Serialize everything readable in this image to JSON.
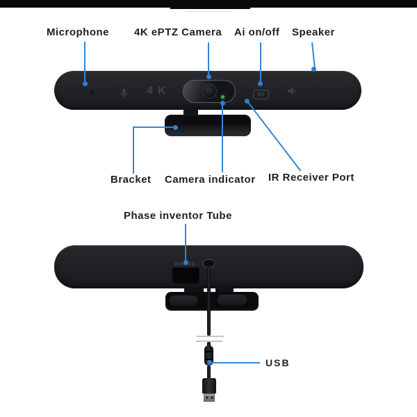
{
  "colors": {
    "accent_blue": "#2e7fd4",
    "indicator_green": "#3fa84f",
    "device_black": "#202125",
    "label_text": "#1f1f21"
  },
  "front_view": {
    "top_labels": [
      {
        "id": "microphone",
        "text": "Microphone"
      },
      {
        "id": "camera",
        "text": "4K ePTZ Camera"
      },
      {
        "id": "ai",
        "text": "Ai on/off"
      },
      {
        "id": "speaker",
        "text": "Speaker"
      }
    ],
    "bottom_labels": [
      {
        "id": "bracket",
        "text": "Bracket"
      },
      {
        "id": "camera_indicator",
        "text": "Camera indicator"
      },
      {
        "id": "ir_receiver",
        "text": "IR Receiver Port"
      }
    ],
    "device_markings": {
      "resolution": "4K",
      "ai_badge": "AI"
    }
  },
  "back_view": {
    "labels": [
      {
        "id": "phase_inventor_tube",
        "text": "Phase inventor Tube"
      },
      {
        "id": "usb",
        "text": "USB"
      }
    ]
  }
}
